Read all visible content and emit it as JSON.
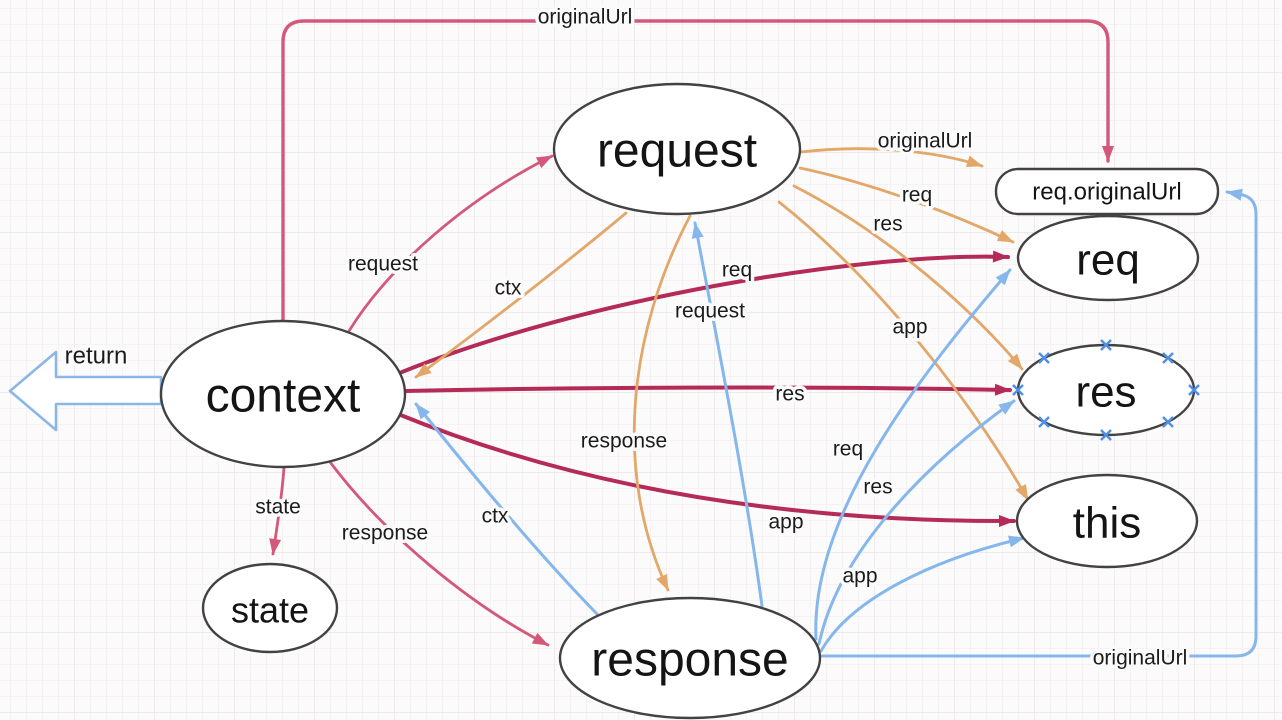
{
  "diagram": {
    "kind": "entity-relationship sketch of Koa-style context aliases",
    "background": "#fcfbfc",
    "grid": "on"
  },
  "colors": {
    "crimson_edge": "#B42B58",
    "rose_edge": "#D4587A",
    "orange_edge": "#E2A769",
    "blue_edge": "#85B7EC",
    "node_border": "#424242",
    "node_fill": "#ffffff",
    "label_text": "#1b1b1b",
    "selection_handle": "#4F8FE3"
  },
  "nodes": {
    "context": {
      "label": "context",
      "shape": "ellipse"
    },
    "request": {
      "label": "request",
      "shape": "ellipse"
    },
    "response": {
      "label": "response",
      "shape": "ellipse"
    },
    "state": {
      "label": "state",
      "shape": "ellipse"
    },
    "req": {
      "label": "req",
      "shape": "ellipse"
    },
    "res": {
      "label": "res",
      "shape": "ellipse",
      "selected": true
    },
    "this_node": {
      "label": "this",
      "shape": "ellipse"
    },
    "req_originalUrl": {
      "label": "req.originalUrl",
      "shape": "rounded-rect"
    }
  },
  "edges": {
    "context_to_originalUrl": {
      "from": "context",
      "to": "req.originalUrl",
      "label": "originalUrl",
      "color": "rose"
    },
    "context_to_request": {
      "from": "context",
      "to": "request",
      "label": "request",
      "color": "rose"
    },
    "context_to_state": {
      "from": "context",
      "to": "state",
      "label": "state",
      "color": "rose"
    },
    "context_to_response": {
      "from": "context",
      "to": "response",
      "label": "response",
      "color": "rose"
    },
    "context_to_req": {
      "from": "context",
      "to": "req",
      "label": "req",
      "color": "crimson"
    },
    "context_to_res": {
      "from": "context",
      "to": "res",
      "label": "res",
      "color": "crimson"
    },
    "context_to_this": {
      "from": "context",
      "to": "this",
      "label": "app",
      "color": "crimson"
    },
    "request_to_context": {
      "from": "request",
      "to": "context",
      "label": "ctx",
      "color": "orange"
    },
    "request_to_originalUrl": {
      "from": "request",
      "to": "req.originalUrl",
      "label": "originalUrl",
      "color": "orange"
    },
    "request_to_req": {
      "from": "request",
      "to": "req",
      "label": "req",
      "color": "orange"
    },
    "request_to_res": {
      "from": "request",
      "to": "res",
      "label": "res",
      "color": "orange"
    },
    "request_to_this": {
      "from": "request",
      "to": "this",
      "label": "app",
      "color": "orange"
    },
    "request_to_response": {
      "from": "request",
      "to": "response",
      "label": "response",
      "color": "orange"
    },
    "response_to_context": {
      "from": "response",
      "to": "context",
      "label": "ctx",
      "color": "blue"
    },
    "response_to_request": {
      "from": "response",
      "to": "request",
      "label": "request",
      "color": "blue"
    },
    "response_to_req": {
      "from": "response",
      "to": "req",
      "label": "req",
      "color": "blue"
    },
    "response_to_res": {
      "from": "response",
      "to": "res",
      "label": "res",
      "color": "blue"
    },
    "response_to_this": {
      "from": "response",
      "to": "this",
      "label": "app",
      "color": "blue"
    },
    "response_to_originalUrl": {
      "from": "response",
      "to": "req.originalUrl",
      "label": "originalUrl",
      "color": "blue"
    }
  },
  "return_arrow": {
    "label": "return",
    "direction": "left",
    "from": "context"
  }
}
